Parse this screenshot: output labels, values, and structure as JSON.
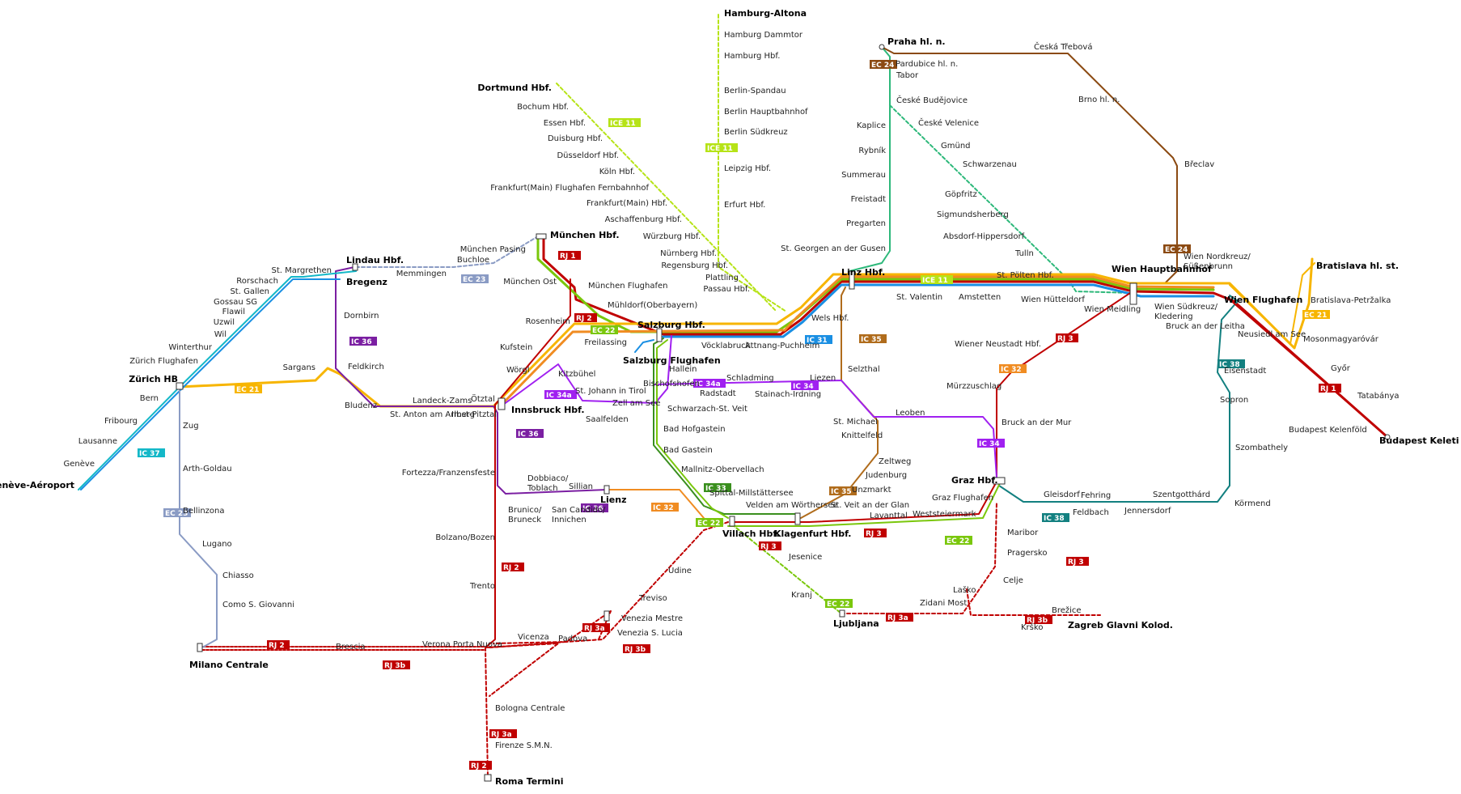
{
  "colors": {
    "RJ1": "#c00000",
    "RJ2": "#c00000",
    "RJ3": "#c00000",
    "RJ3a": "#c00000",
    "RJ3b": "#c00000",
    "EC21": "#f7b500",
    "EC22": "#7ac70c",
    "EC23": "#8a9bc4",
    "EC24": "#8b4a12",
    "IC11": "#b6e317",
    "IC31": "#1a8fe3",
    "IC32": "#f08c22",
    "IC33": "#3a8f1e",
    "IC34": "#a020f0",
    "IC34a": "#a020f0",
    "IC35": "#b06c1c",
    "IC36": "#7b1fa2",
    "IC37": "#14b8c8",
    "IC38": "#138080",
    "praha": "#2db87a"
  },
  "badges": [
    {
      "code": "RJ1",
      "label": "RJ 1"
    },
    {
      "code": "RJ1",
      "label": "RJ 1"
    },
    {
      "code": "RJ2",
      "label": "RJ 2"
    },
    {
      "code": "RJ2",
      "label": "RJ 2"
    },
    {
      "code": "RJ2",
      "label": "RJ 2"
    },
    {
      "code": "RJ2",
      "label": "RJ 2"
    },
    {
      "code": "RJ3",
      "label": "RJ 3"
    },
    {
      "code": "RJ3",
      "label": "RJ 3"
    },
    {
      "code": "RJ3",
      "label": "RJ 3"
    },
    {
      "code": "RJ3",
      "label": "RJ 3"
    },
    {
      "code": "RJ3a",
      "label": "RJ 3a"
    },
    {
      "code": "RJ3a",
      "label": "RJ 3a"
    },
    {
      "code": "RJ3a",
      "label": "RJ 3a"
    },
    {
      "code": "RJ3b",
      "label": "RJ 3b"
    },
    {
      "code": "RJ3b",
      "label": "RJ 3b"
    },
    {
      "code": "RJ3b",
      "label": "RJ 3b"
    },
    {
      "code": "EC21",
      "label": "EC 21"
    },
    {
      "code": "EC21",
      "label": "EC 21"
    },
    {
      "code": "EC22",
      "label": "EC 22"
    },
    {
      "code": "EC22",
      "label": "EC 22"
    },
    {
      "code": "EC22",
      "label": "EC 22"
    },
    {
      "code": "EC22",
      "label": "EC 22"
    },
    {
      "code": "EC23",
      "label": "EC 23"
    },
    {
      "code": "EC23",
      "label": "EC 23"
    },
    {
      "code": "EC24",
      "label": "EC 24"
    },
    {
      "code": "EC24",
      "label": "EC 24"
    },
    {
      "code": "IC11",
      "label": "ICE 11"
    },
    {
      "code": "IC11",
      "label": "ICE 11"
    },
    {
      "code": "IC11",
      "label": "ICE 11"
    },
    {
      "code": "IC31",
      "label": "IC 31"
    },
    {
      "code": "IC32",
      "label": "IC 32"
    },
    {
      "code": "IC32",
      "label": "IC 32"
    },
    {
      "code": "IC33",
      "label": "IC 33"
    },
    {
      "code": "IC34",
      "label": "IC 34"
    },
    {
      "code": "IC34",
      "label": "IC 34"
    },
    {
      "code": "IC34a",
      "label": "IC 34a"
    },
    {
      "code": "IC34a",
      "label": "IC 34a"
    },
    {
      "code": "IC35",
      "label": "IC 35"
    },
    {
      "code": "IC35",
      "label": "IC 35"
    },
    {
      "code": "IC36",
      "label": "IC 36"
    },
    {
      "code": "IC36",
      "label": "IC 36"
    },
    {
      "code": "IC36",
      "label": "IC 36"
    },
    {
      "code": "IC37",
      "label": "IC 37"
    },
    {
      "code": "IC38",
      "label": "IC 38"
    },
    {
      "code": "IC38",
      "label": "IC 38"
    }
  ],
  "stations": [
    "Hamburg-Altona",
    "Hamburg Dammtor",
    "Hamburg Hbf.",
    "Berlin-Spandau",
    "Berlin Hauptbahnhof",
    "Berlin Südkreuz",
    "Leipzig Hbf.",
    "Erfurt Hbf.",
    "Dortmund Hbf.",
    "Bochum Hbf.",
    "Essen Hbf.",
    "Duisburg Hbf.",
    "Düsseldorf Hbf.",
    "Köln Hbf.",
    "Frankfurt(Main) Flughafen Fernbahnhof",
    "Frankfurt(Main) Hbf.",
    "Aschaffenburg Hbf.",
    "Würzburg Hbf.",
    "Nürnberg Hbf.",
    "Regensburg Hbf.",
    "Plattling",
    "Passau Hbf.",
    "Praha hl. n.",
    "Česká Třebová",
    "Pardubice hl. n.",
    "Tabor",
    "České Budějovice",
    "České Velenice",
    "Kaplice",
    "Rybník",
    "Summerau",
    "Freistadt",
    "Pregarten",
    "St. Georgen an der Gusen",
    "Gmünd",
    "Schwarzenau",
    "Göpfritz",
    "Sigmundsherberg",
    "Absdorf-Hippersdorf",
    "Tulln",
    "Brno hl. n.",
    "Břeclav",
    "Wien Nordkreuz/ Süßenbrunn",
    "Linz Hbf.",
    "St. Valentin",
    "Amstetten",
    "St. Pölten Hbf.",
    "Wien Hütteldorf",
    "Wien Meidling",
    "Wien Hauptbahnhof",
    "Wien Südkreuz/ Kledering",
    "Bruck an der Leitha",
    "Wien Flughafen",
    "Bratislava hl. st.",
    "Bratislava-Petržalka",
    "Mosonmagyaróvár",
    "Győr",
    "Tatabánya",
    "Budapest Kelenföld",
    "Budapest Keleti pu.",
    "München Hbf.",
    "München Pasing",
    "Buchloe",
    "Memmingen",
    "München Ost",
    "München Flughafen",
    "Mühldorf(Oberbayern)",
    "Rosenheim",
    "Freilassing",
    "Salzburg Hbf.",
    "Salzburg Flughafen",
    "Vöcklabruck",
    "Attnang-Puchheim",
    "Wels Hbf.",
    "Lindau Hbf.",
    "Bregenz",
    "Dornbirn",
    "Feldkirch",
    "Bludenz",
    "St. Anton am Arlberg",
    "Landeck-Zams",
    "Imst-Pitztal",
    "Ötztal",
    "Innsbruck Hbf.",
    "Kufstein",
    "Wörgl",
    "Kitzbühel",
    "St. Johann in Tirol",
    "Zell am See",
    "Saalfelden",
    "Hallein",
    "Bischofshofen",
    "Radstadt",
    "Schladming",
    "Stainach-Irdning",
    "Liezen",
    "Selzthal",
    "St. Michael",
    "Knittelfeld",
    "Leoben",
    "Zeltweg",
    "Judenburg",
    "Unzmarkt",
    "St. Veit an der Glan",
    "Lavanttal",
    "Schwarzach-St. Veit",
    "Bad Hofgastein",
    "Bad Gastein",
    "Mallnitz-Obervellach",
    "Spittal-Millstättersee",
    "Velden am Wörthersee",
    "Villach Hbf.",
    "Klagenfurt Hbf.",
    "Weststeiermark",
    "Graz Flughafen",
    "Graz Hbf.",
    "Mürzzuschlag",
    "Wiener Neustadt Hbf.",
    "Bruck an der Mur",
    "Neusiedl am See",
    "Eisenstadt",
    "Sopron",
    "Szombathely",
    "Körmend",
    "Szentgotthárd",
    "Jennersdorf",
    "Fehring",
    "Feldbach",
    "Gleisdorf",
    "Zürich HB",
    "Zürich Flughafen",
    "Winterthur",
    "Wil",
    "Uzwil",
    "Flawil",
    "Gossau SG",
    "St. Gallen",
    "Rorschach",
    "St. Margrethen",
    "Bern",
    "Fribourg",
    "Lausanne",
    "Genève",
    "Genève-Aéroport",
    "Sargans",
    "Zug",
    "Arth-Goldau",
    "Bellinzona",
    "Lugano",
    "Chiasso",
    "Como S. Giovanni",
    "Milano Centrale",
    "Brescia",
    "Verona Porta Nuova",
    "Vicenza",
    "Padova",
    "Venezia Mestre",
    "Venezia S. Lucia",
    "Bologna Centrale",
    "Firenze S.M.N.",
    "Roma Termini",
    "Trento",
    "Bolzano/Bozen",
    "Fortezza/Franzensfeste",
    "Brunico/ Bruneck",
    "Dobbiaco/ Toblach",
    "San Candido/ Innichen",
    "Sillian",
    "Lienz",
    "Udine",
    "Treviso",
    "Jesenice",
    "Kranj",
    "Ljubljana",
    "Zidani Most",
    "Celje",
    "Laško",
    "Maribor",
    "Pragersko",
    "Brežice",
    "Krško",
    "Zagreb Glavni Kolod."
  ]
}
